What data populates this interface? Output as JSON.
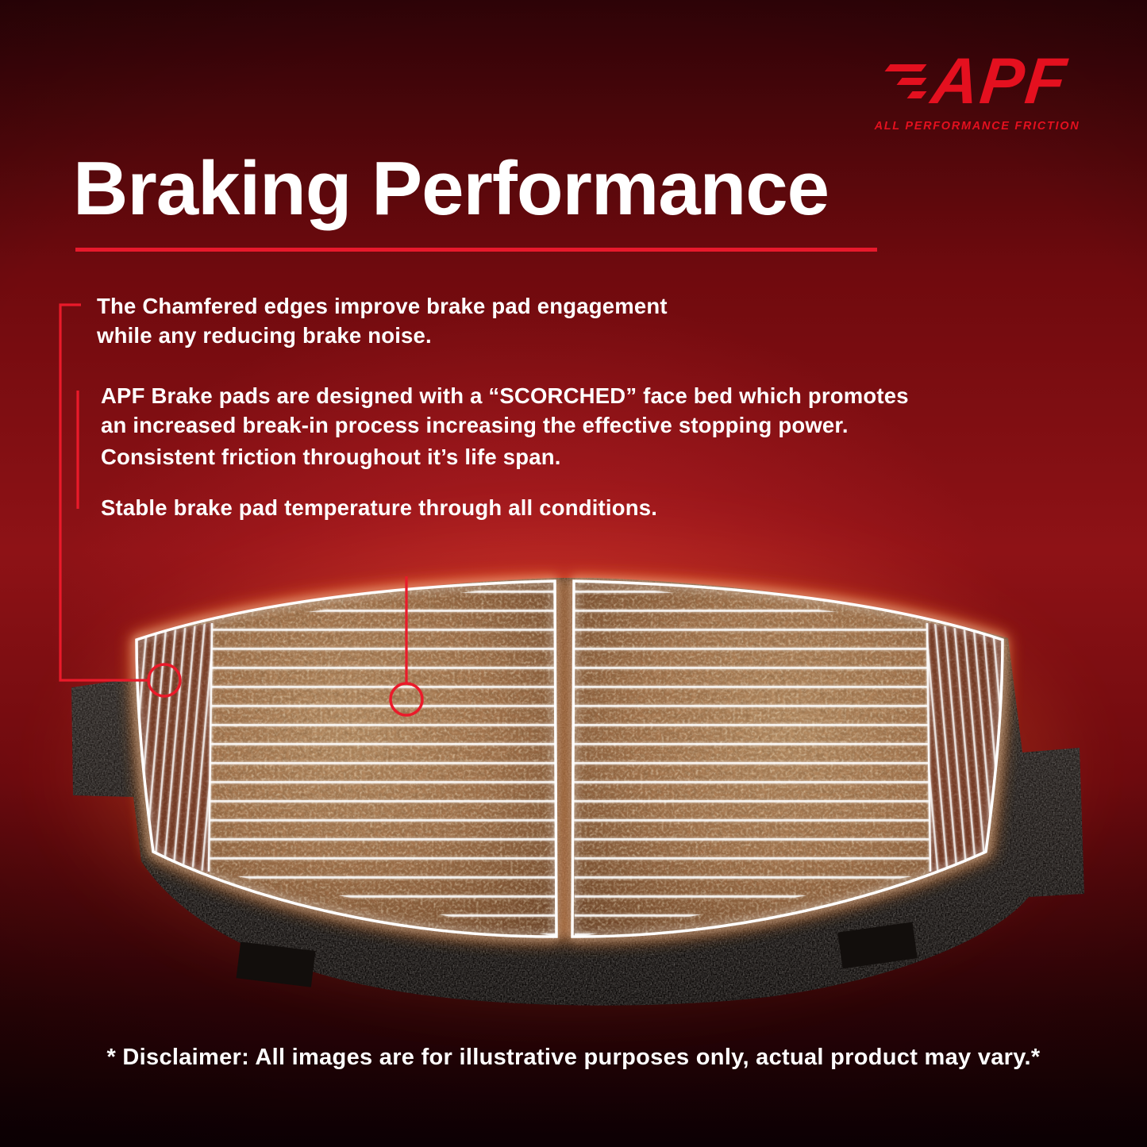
{
  "logo": {
    "brand": "APF",
    "tagline": "ALL PERFORMANCE FRICTION"
  },
  "title": "Braking Performance",
  "bullets": [
    "The Chamfered edges improve brake pad engagement\nwhile any reducing brake noise.",
    "APF Brake pads are designed with a “SCORCHED” face bed which promotes\nan increased break-in process increasing the effective stopping power.",
    "Consistent friction throughout it’s life span.",
    "Stable brake pad temperature through all conditions."
  ],
  "disclaimer": "* Disclaimer: All images are for illustrative purposes only, actual product may vary.*",
  "colors": {
    "accent_red": "#e8192c",
    "logo_red": "#e4101f",
    "text_white": "#ffffff",
    "pad_friction_brown": "#a3734c",
    "backing_plate_black": "#1b1614"
  },
  "illustration": {
    "name": "brake-pads-front-view",
    "callouts": [
      {
        "icon": "callout-circle-icon",
        "target": "chamfered-edge"
      },
      {
        "icon": "callout-circle-icon",
        "target": "scorched-face-bed"
      }
    ]
  }
}
